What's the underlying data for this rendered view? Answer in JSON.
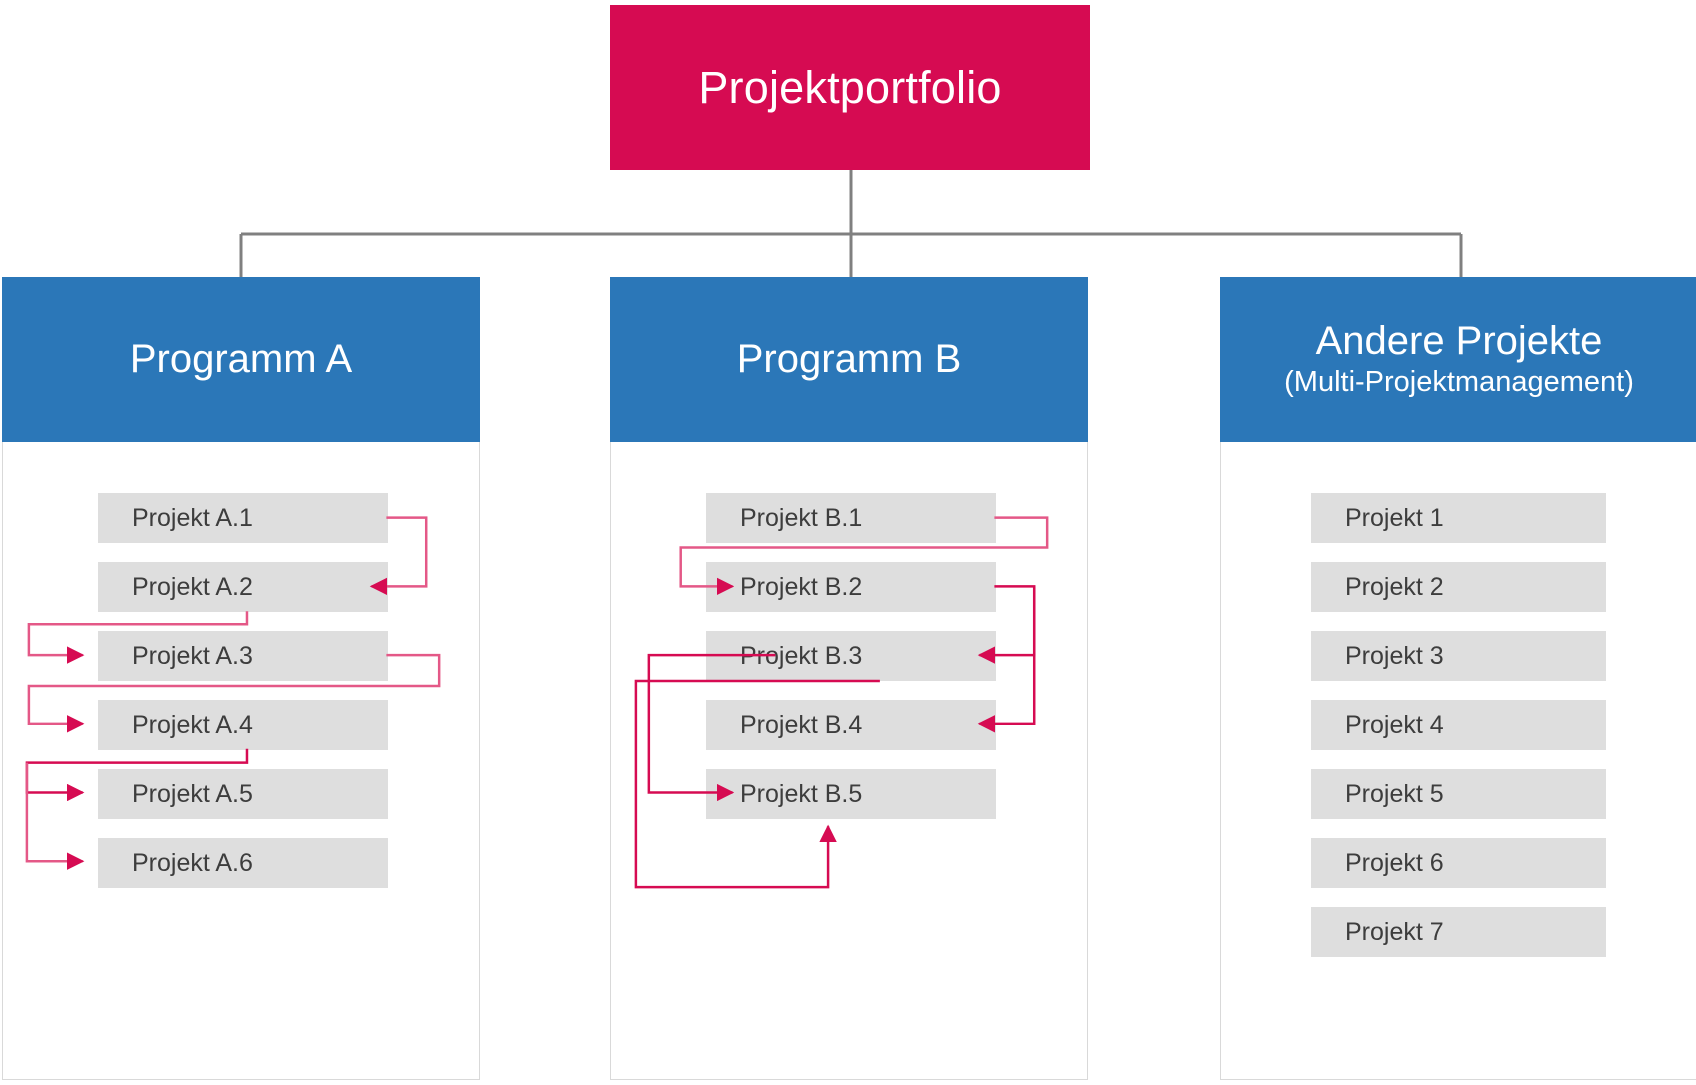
{
  "diagram": {
    "title": "Projektportfolio",
    "root": {
      "label": "Projektportfolio",
      "color": "#D60B52"
    },
    "colors": {
      "root_fill": "#D60B52",
      "header_fill": "#2B77B8",
      "chip_fill": "#DEDEDE",
      "chip_text": "#3D3D3D",
      "arrow_strong": "#D60B52",
      "arrow_light": "#E45887",
      "tree_line": "#808080",
      "panel_border": "#D9D9D9"
    },
    "columns": [
      {
        "id": "programm-a",
        "title": "Programm A",
        "subtitle": "",
        "projects": [
          {
            "label": "Projekt A.1"
          },
          {
            "label": "Projekt A.2"
          },
          {
            "label": "Projekt A.3"
          },
          {
            "label": "Projekt A.4"
          },
          {
            "label": "Projekt A.5"
          },
          {
            "label": "Projekt A.6"
          }
        ]
      },
      {
        "id": "programm-b",
        "title": "Programm B",
        "subtitle": "",
        "projects": [
          {
            "label": "Projekt B.1"
          },
          {
            "label": "Projekt B.2"
          },
          {
            "label": "Projekt B.3"
          },
          {
            "label": "Projekt B.4"
          },
          {
            "label": "Projekt B.5"
          }
        ]
      },
      {
        "id": "andere-projekte",
        "title": "Andere Projekte",
        "subtitle": "(Multi-Projektmanagement)",
        "projects": [
          {
            "label": "Projekt 1"
          },
          {
            "label": "Projekt 2"
          },
          {
            "label": "Projekt 3"
          },
          {
            "label": "Projekt 4"
          },
          {
            "label": "Projekt 5"
          },
          {
            "label": "Projekt 6"
          },
          {
            "label": "Projekt 7"
          }
        ]
      }
    ],
    "dependencies": {
      "programm_a": [
        {
          "from": "Projekt A.1",
          "to": "Projekt A.2",
          "route": "right"
        },
        {
          "from": "Projekt A.2",
          "to": "Projekt A.3",
          "route": "left"
        },
        {
          "from": "Projekt A.3",
          "to": "Projekt A.4",
          "route": "right-then-left"
        },
        {
          "from": "Projekt A.4",
          "to": "Projekt A.5",
          "route": "left"
        },
        {
          "from": "Projekt A.4",
          "to": "Projekt A.6",
          "route": "left"
        }
      ],
      "programm_b": [
        {
          "from": "Projekt B.1",
          "to": "Projekt B.2",
          "route": "right-then-left"
        },
        {
          "from": "Projekt B.2",
          "to": "Projekt B.3",
          "route": "right"
        },
        {
          "from": "Projekt B.2",
          "to": "Projekt B.4",
          "route": "right"
        },
        {
          "from": "Projekt B.3",
          "to": "Projekt B.5",
          "route": "left"
        },
        {
          "from": "Projekt B.3",
          "to": "Projekt B.5",
          "route": "bottom-up"
        }
      ]
    }
  }
}
